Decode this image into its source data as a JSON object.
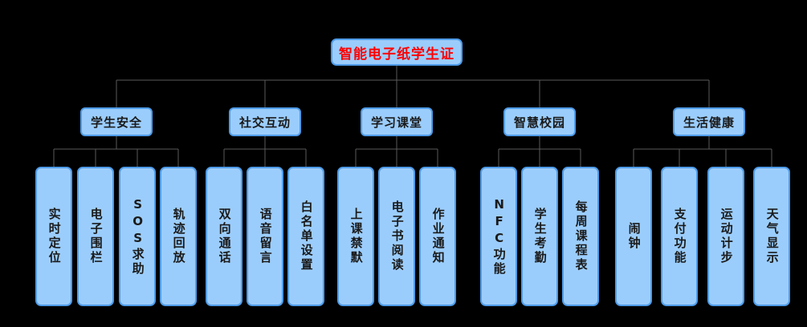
{
  "diagram": {
    "type": "tree",
    "title": "智能电子纸学生证",
    "orientation": "top-down",
    "colors": {
      "background": "#000000",
      "node_fill": "#9BCDFC",
      "node_border": "#4E9BE8",
      "connector": "#5a5a5a",
      "root_text": "#FF0000",
      "node_text": "#1a1a1a"
    },
    "root": {
      "label": "智能电子纸学生证"
    },
    "branches": [
      {
        "label": "学生安全",
        "leaves": [
          {
            "label": "实时定位"
          },
          {
            "label": "电子围栏"
          },
          {
            "label": "SOS求助"
          },
          {
            "label": "轨迹回放"
          }
        ]
      },
      {
        "label": "社交互动",
        "leaves": [
          {
            "label": "双向通话"
          },
          {
            "label": "语音留言"
          },
          {
            "label": "白名单设置"
          }
        ]
      },
      {
        "label": "学习课堂",
        "leaves": [
          {
            "label": "上课禁默"
          },
          {
            "label": "电子书阅读"
          },
          {
            "label": "作业通知"
          }
        ]
      },
      {
        "label": "智慧校园",
        "leaves": [
          {
            "label": "NFC功能"
          },
          {
            "label": "学生考勤"
          },
          {
            "label": "每周课程表"
          }
        ]
      },
      {
        "label": "生活健康",
        "leaves": [
          {
            "label": "闹钟"
          },
          {
            "label": "支付功能"
          },
          {
            "label": "运动计步"
          },
          {
            "label": "天气显示"
          }
        ]
      }
    ]
  }
}
